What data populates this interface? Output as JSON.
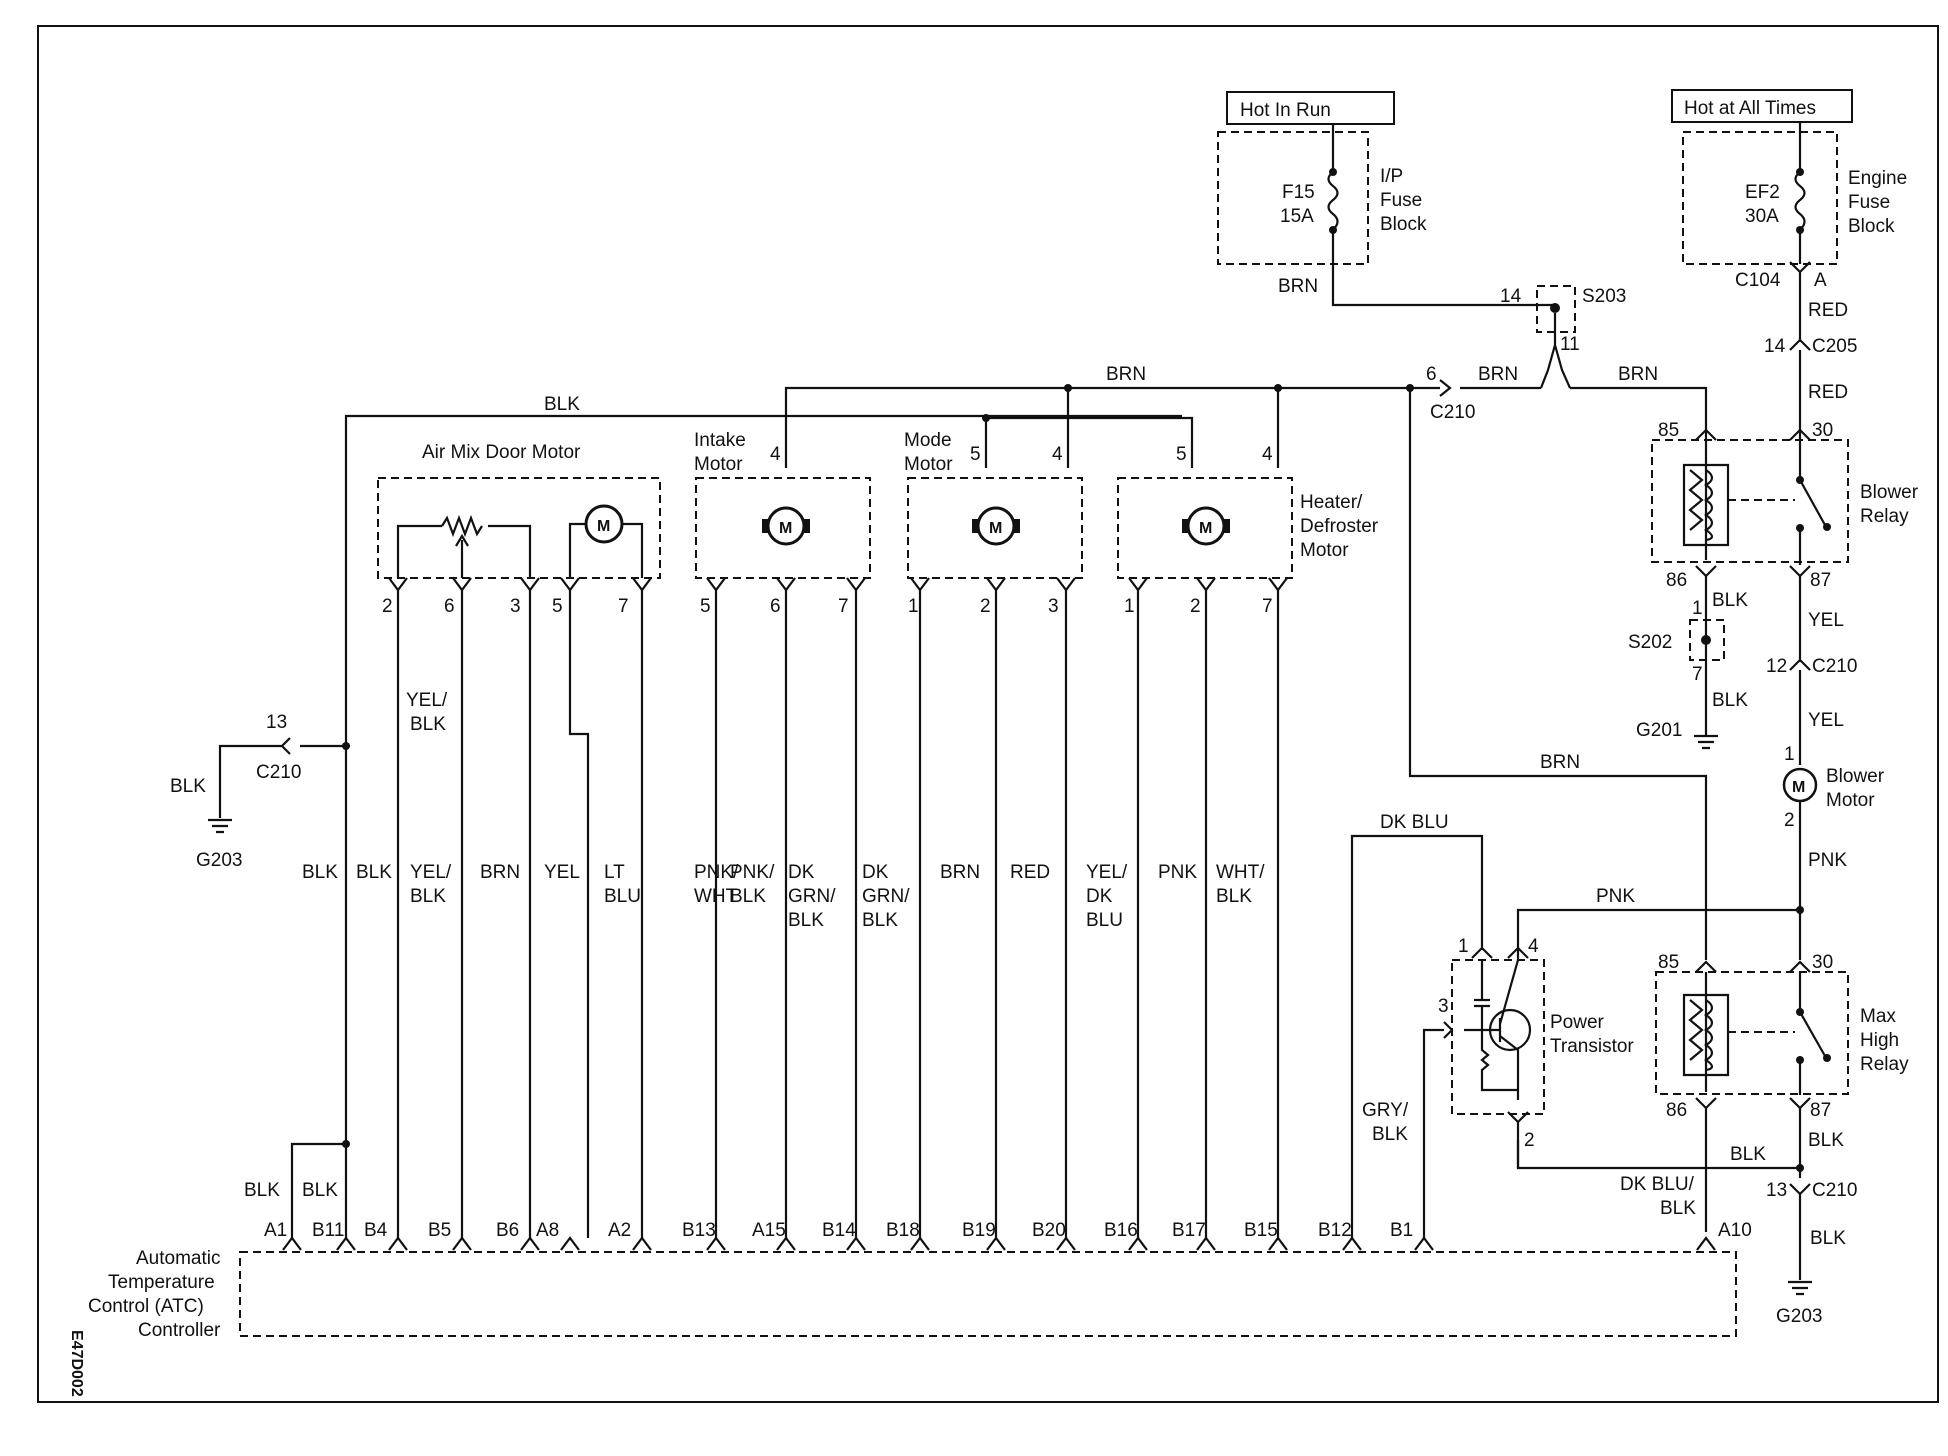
{
  "figure_id": "E47D002",
  "supply": {
    "hot_in_run": "Hot In Run",
    "hot_at_all_times": "Hot at All Times"
  },
  "fuse_blocks": {
    "ip": {
      "fuse_id": "F15",
      "rating": "15A",
      "label_1": "I/P",
      "label_2": "Fuse",
      "label_3": "Block"
    },
    "engine": {
      "fuse_id": "EF2",
      "rating": "30A",
      "label_1": "Engine",
      "label_2": "Fuse",
      "label_3": "Block"
    }
  },
  "components": {
    "air_mix": "Air Mix Door Motor",
    "intake_1": "Intake",
    "intake_2": "Motor",
    "mode_1": "Mode",
    "mode_2": "Motor",
    "heater_1": "Heater/",
    "heater_2": "Defroster",
    "heater_3": "Motor",
    "blower_relay_1": "Blower",
    "blower_relay_2": "Relay",
    "blower_motor_1": "Blower",
    "blower_motor_2": "Motor",
    "power_transistor_1": "Power",
    "power_transistor_2": "Transistor",
    "max_high_1": "Max",
    "max_high_2": "High",
    "max_high_3": "Relay",
    "atc_1": "Automatic",
    "atc_2": "Temperature",
    "atc_3": "Control (ATC)",
    "atc_4": "Controller",
    "motor_symbol": "M"
  },
  "connectors": {
    "c104": "C104",
    "c104_pin": "A",
    "c205": "C205",
    "c205_pin": "14",
    "s203": "S203",
    "s203_pin_14": "14",
    "s203_pin_11": "11",
    "c210_brn": "C210",
    "c210_brn_pin": "6",
    "c210_left": "C210",
    "c210_left_pin": "13",
    "c210_yel": "C210",
    "c210_yel_pin": "12",
    "c210_bottom": "C210",
    "c210_bottom_pin": "13",
    "s202": "S202",
    "s202_pin_1": "1",
    "s202_pin_7": "7",
    "g201": "G201",
    "g203_left": "G203",
    "g203_right": "G203"
  },
  "relay_pins": {
    "blower": {
      "p85": "85",
      "p30": "30",
      "p86": "86",
      "p87": "87"
    },
    "max_high": {
      "p85": "85",
      "p30": "30",
      "p86": "86",
      "p87": "87"
    }
  },
  "motor_pins": {
    "air_mix": [
      "2",
      "6",
      "3",
      "5",
      "7"
    ],
    "intake_top": "4",
    "intake": [
      "5",
      "6",
      "7"
    ],
    "mode_top_5": "5",
    "mode_top_4": "4",
    "mode": [
      "1",
      "2",
      "3"
    ],
    "heater_top_5": "5",
    "heater_top_4": "4",
    "heater": [
      "1",
      "2",
      "7"
    ],
    "blower_motor_1": "1",
    "blower_motor_2": "2",
    "transistor_1": "1",
    "transistor_4": "4",
    "transistor_3": "3",
    "transistor_2": "2"
  },
  "wires": {
    "brn_1": "BRN",
    "brn_2": "BRN",
    "brn_3": "BRN",
    "brn_4": "BRN",
    "brn_5": "BRN",
    "blk_top": "BLK",
    "blk_left": "BLK",
    "red_1": "RED",
    "red_2": "RED",
    "blk_s202_1": "BLK",
    "blk_s202_2": "BLK",
    "yel_1": "YEL",
    "yel_2": "YEL",
    "pnk_1": "PNK",
    "pnk_2": "PNK",
    "dk_blu": "DK BLU",
    "yel_blk_top_1": "YEL/",
    "yel_blk_top_2": "BLK",
    "gry_blk_1": "GRY/",
    "gry_blk_2": "BLK",
    "blk_87": "BLK",
    "blk_bus": "BLK",
    "dk_blu_blk_1": "DK BLU/",
    "dk_blu_blk_2": "BLK",
    "blk_g203": "BLK",
    "blk_a1": "BLK",
    "blk_b11": "BLK"
  },
  "harness_labels": [
    [
      "BLK"
    ],
    [
      "BLK"
    ],
    [
      "YEL/",
      "BLK"
    ],
    [
      "BRN"
    ],
    [
      "YEL"
    ],
    [
      "LT",
      "BLU"
    ],
    [
      "PNK/",
      "WHT"
    ],
    [
      "PNK/",
      "BLK"
    ],
    [
      "DK",
      "GRN/",
      "BLK"
    ],
    [
      "DK",
      "GRN/",
      "BLK"
    ],
    [
      "BRN"
    ],
    [
      "RED"
    ],
    [
      "YEL/",
      "DK",
      "BLU"
    ],
    [
      "PNK"
    ],
    [
      "WHT/",
      "BLK"
    ]
  ],
  "atc_pins": [
    "A1",
    "B11",
    "B4",
    "B5",
    "B6",
    "A8",
    "A2",
    "B13",
    "A15",
    "B14",
    "B18",
    "B19",
    "B20",
    "B16",
    "B17",
    "B15",
    "B12",
    "B1",
    "A10"
  ]
}
